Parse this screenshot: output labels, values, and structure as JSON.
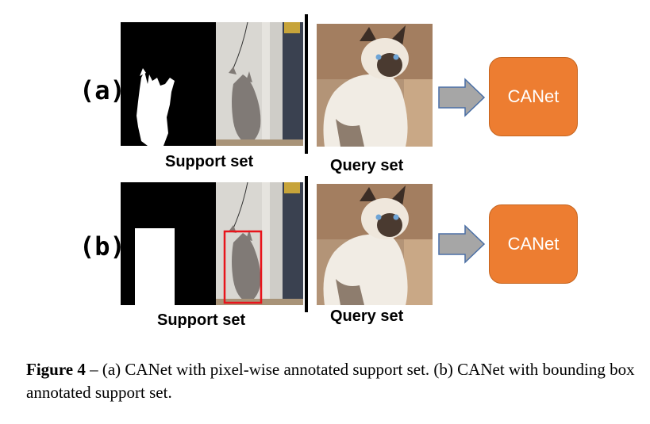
{
  "rows": [
    {
      "label": "(a)",
      "support_label": "Support set",
      "query_label": "Query set",
      "box_label": "CANet",
      "annotation": "pixel-wise mask"
    },
    {
      "label": "(b)",
      "support_label": "Support set",
      "query_label": "Query set",
      "box_label": "CANet",
      "annotation": "bounding box"
    }
  ],
  "colors": {
    "canet_fill": "#ed7d31",
    "arrow_fill": "#a6a6a6",
    "bbox_stroke": "#e8141b"
  },
  "caption": {
    "figure_ref": "Figure 4",
    "text": " – (a) CANet with pixel-wise annotated support set. (b) CANet with bounding box annotated support set."
  }
}
